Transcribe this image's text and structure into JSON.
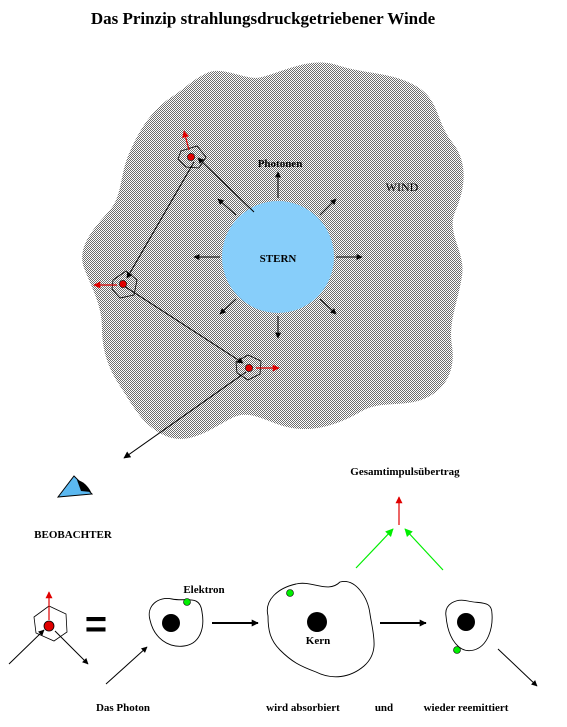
{
  "title": "Das Prinzip strahlungsdruckgetriebener Winde",
  "labels": {
    "photons": "Photonen",
    "wind": "WIND",
    "star": "STERN",
    "observer": "BEOBACHTER",
    "total_momentum": "Gesamtimpulsübertrag",
    "electron": "Elektron",
    "nucleus": "Kern",
    "the_photon": "Das Photon",
    "absorbed": "wird absorbiert",
    "and": "und",
    "reemitted": "wieder reemittiert",
    "equals": "="
  },
  "colors": {
    "wind": "#a6a6a6",
    "star": "#87cefa",
    "red": "#e00000",
    "green": "#00ee00",
    "observer": "#5bb8f0",
    "ink": "#000000"
  }
}
